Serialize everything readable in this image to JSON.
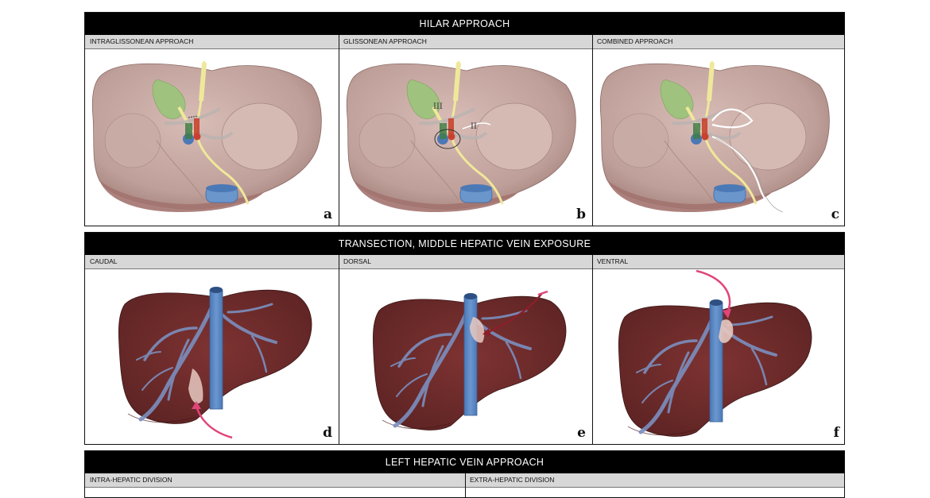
{
  "sections": [
    {
      "title": "HILAR APPROACH",
      "panels": [
        {
          "sublabel": "INTRAGLISSONEAN APPROACH",
          "letter": "a"
        },
        {
          "sublabel": "GLISSONEAN APPROACH",
          "letter": "b",
          "segment_labels": [
            "III",
            "II"
          ]
        },
        {
          "sublabel": "COMBINED APPROACH",
          "letter": "c"
        }
      ]
    },
    {
      "title": "TRANSECTION, MIDDLE HEPATIC VEIN EXPOSURE",
      "panels": [
        {
          "sublabel": "CAUDAL",
          "letter": "d"
        },
        {
          "sublabel": "DORSAL",
          "letter": "e"
        },
        {
          "sublabel": "VENTRAL",
          "letter": "f"
        }
      ]
    },
    {
      "title": "LEFT HEPATIC VEIN APPROACH",
      "panels": [
        {
          "sublabel": "INTRA-HEPATIC DIVISION"
        },
        {
          "sublabel": "EXTRA-HEPATIC DIVISION"
        }
      ]
    }
  ],
  "colors": {
    "liver_light": "#c5a7a2",
    "liver_dark": "#6e2b2a",
    "gallbladder": "#9fc27e",
    "bile_duct": "#efe89a",
    "vein_blue": "#5a88c6",
    "artery_red": "#c8412f",
    "arrow_pink": "#e0457a",
    "arrow_dark": "#8a1f2a"
  }
}
